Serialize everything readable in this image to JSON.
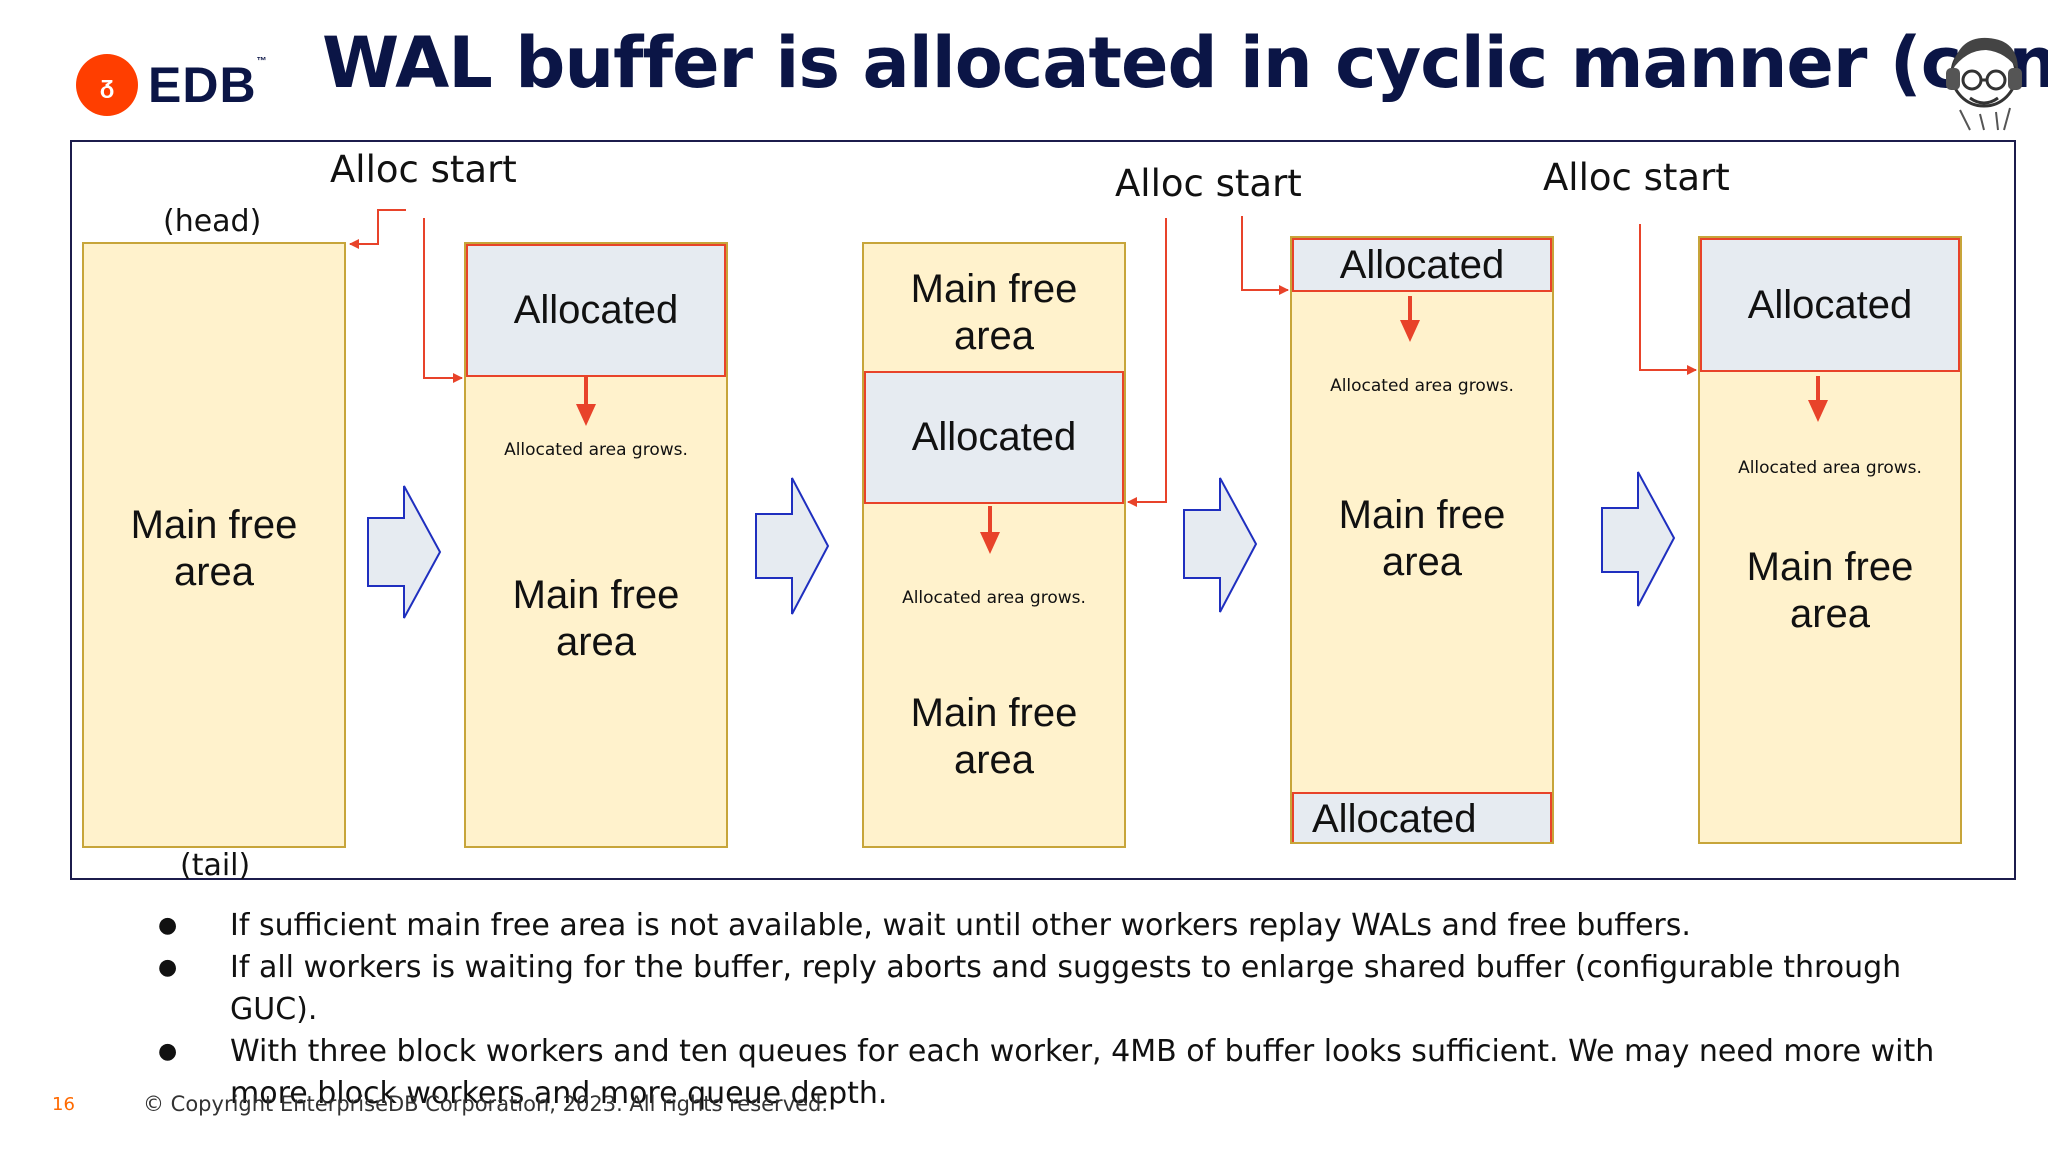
{
  "logo": {
    "badge": "ᵹ",
    "text": "EDB",
    "tm": "™"
  },
  "title": "WAL buffer is allocated in cyclic manner (cont.)",
  "diagram": {
    "labels": {
      "alloc_start_1": "Alloc start",
      "alloc_start_2": "Alloc start",
      "alloc_start_3": "Alloc start",
      "head": "(head)",
      "tail": "(tail)"
    },
    "col1": {
      "main_free": "Main free\narea"
    },
    "col2": {
      "allocated": "Allocated",
      "grows": "Allocated area grows.",
      "main_free": "Main free\narea"
    },
    "col3": {
      "main_free_top": "Main free\narea",
      "allocated": "Allocated",
      "grows": "Allocated area grows.",
      "main_free": "Main free\narea"
    },
    "col4": {
      "allocated_top": "Allocated",
      "grows": "Allocated area grows.",
      "main_free": "Main free\narea",
      "allocated_bottom": "Allocated"
    },
    "col5": {
      "allocated": "Allocated",
      "grows": "Allocated area grows.",
      "main_free": "Main free\narea"
    }
  },
  "bullets": [
    "If sufficient main free area is not available, wait until other workers replay WALs and free buffers.",
    "If all workers is waiting for the buffer, reply aborts and suggests to enlarge shared buffer (configurable through GUC).",
    "With three block workers and ten queues for each worker, 4MB of buffer looks sufficient.  We may need more with more block workers and more queue depth."
  ],
  "footer": {
    "page_number": "16",
    "copyright": "© Copyright EnterpriseDB Corporation, 2023. All rights reserved."
  },
  "colors": {
    "title": "#0b1546",
    "free_area": "#fff2cc",
    "free_border": "#c7a53a",
    "allocated_fill": "#e6ebf1",
    "allocated_border": "#e8432a",
    "block_arrow": "#1f2fbf",
    "accent": "#ff3e00"
  }
}
